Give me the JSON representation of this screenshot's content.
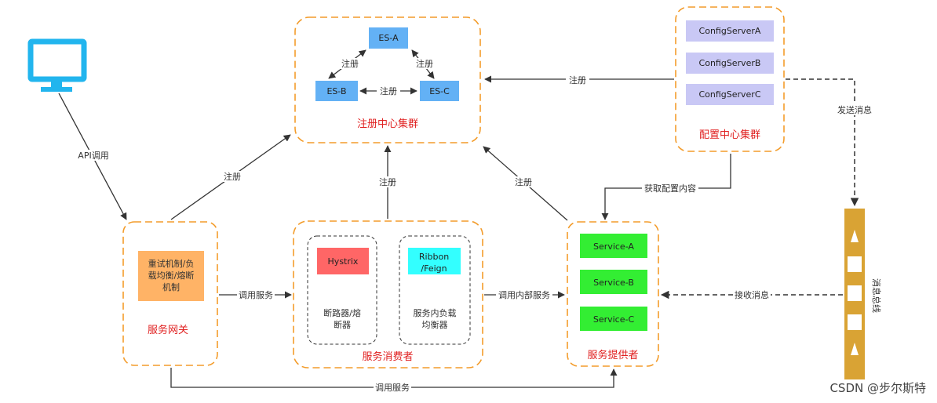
{
  "client": {
    "icon": "monitor-icon"
  },
  "registry": {
    "title": "注册中心集群",
    "nodes": [
      "ES-A",
      "ES-B",
      "ES-C"
    ],
    "edge_label": "注册"
  },
  "config": {
    "title": "配置中心集群",
    "servers": [
      "ConfigServerA",
      "ConfigServerB",
      "ConfigServerC"
    ]
  },
  "gateway": {
    "title": "服务网关",
    "inner_lines": [
      "重试机制/负",
      "载均衡/熔断",
      "机制"
    ]
  },
  "consumer": {
    "title": "服务消费者",
    "hystrix": {
      "label": "Hystrix",
      "desc": [
        "断路器/熔",
        "断器"
      ]
    },
    "ribbon": {
      "label": [
        "Ribbon",
        "/Feign"
      ],
      "desc": [
        "服务内负载",
        "均衡器"
      ]
    }
  },
  "provider": {
    "title": "服务提供者",
    "services": [
      "Service-A",
      "Service-B",
      "Service-C"
    ]
  },
  "bus": {
    "label": "消息总线"
  },
  "edges": {
    "api_call": "API调用",
    "register": "注册",
    "call_service": "调用服务",
    "call_internal": "调用内部服务",
    "fetch_config": "获取配置内容",
    "send_message": "发送消息",
    "receive_message": "接收消息"
  },
  "watermark": "CSDN @步尔斯特",
  "colors": {
    "container_border": "#f39c2b",
    "es_node": "#63b1f5",
    "config_server": "#c9c8f5",
    "gateway_box": "#ffb366",
    "hystrix": "#ff6666",
    "ribbon": "#33ffff",
    "service": "#33ee33",
    "bus": "#d9a334",
    "monitor": "#22b5ee",
    "title_red": "#e02020"
  }
}
